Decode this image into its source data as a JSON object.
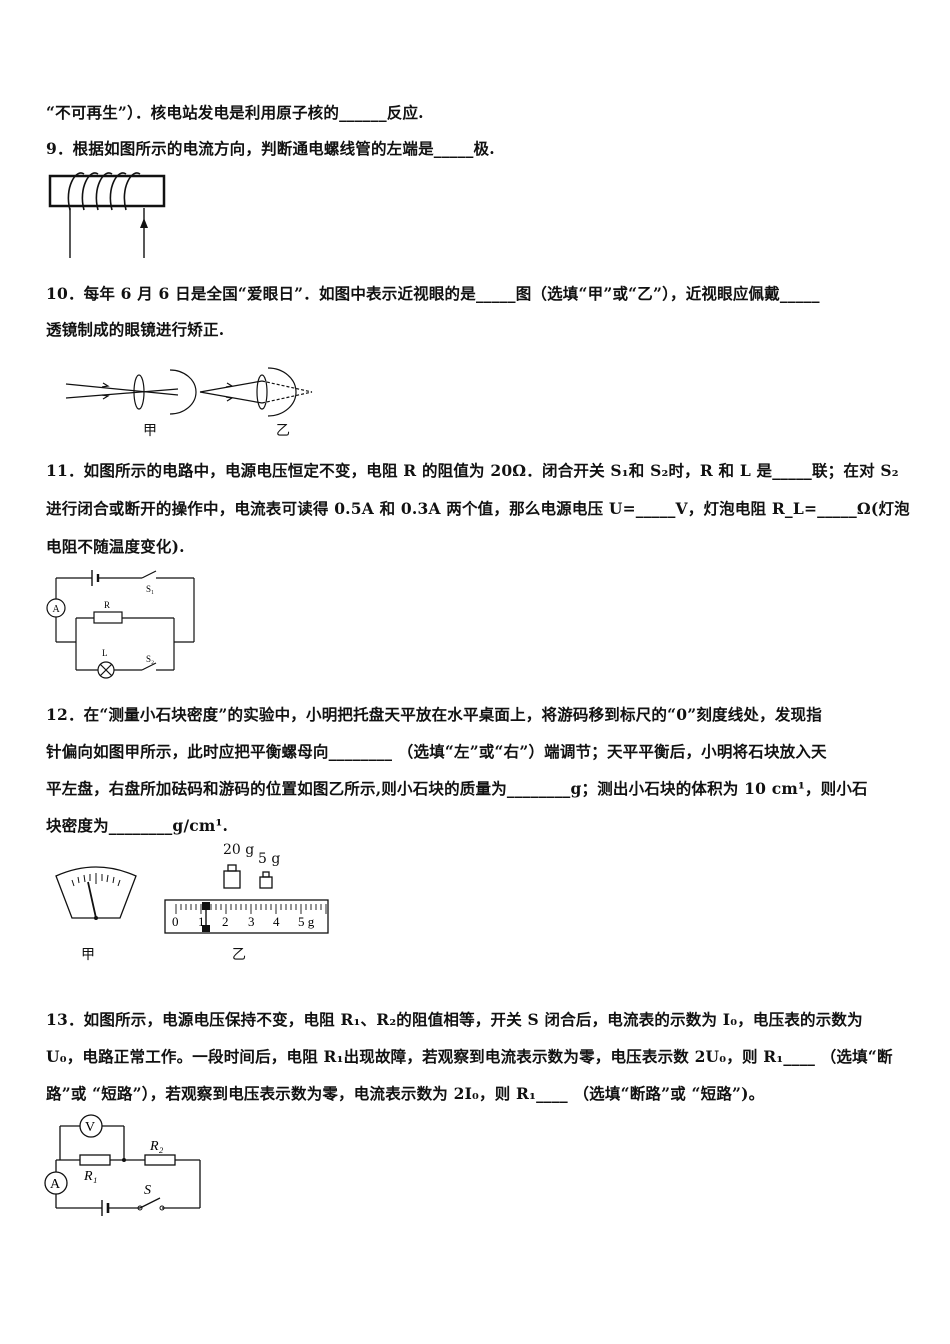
{
  "q8": {
    "line1": "“不可再生”）．核电站发电是利用原子核的______反应."
  },
  "q9": {
    "line1": "9．根据如图所示的电流方向，判断通电螺线管的左端是_____极."
  },
  "q10": {
    "line1": "10．每年 6 月 6 日是全国“爱眼日”．如图中表示近视眼的是_____图（选填“甲”或“乙”），近视眼应佩戴_____",
    "line2": "透镜制成的眼镜进行矫正.",
    "fig_labels": {
      "left": "甲",
      "right": "乙"
    }
  },
  "q11": {
    "line1": "11．如图所示的电路中，电源电压恒定不变，电阻 R 的阻值为 20Ω．闭合开关 S₁和 S₂时，R 和 L 是_____联；在对 S₂",
    "line2": "进行闭合或断开的操作中，电流表可读得 0.5A 和 0.3A 两个值，那么电源电压 U=_____V，灯泡电阻 R_L=_____Ω(灯泡",
    "line3": "电阻不随温度变化).",
    "fig_labels": {
      "ammeter": "A",
      "switch1": "S₁",
      "resistor": "R",
      "lamp": "L",
      "switch2": "S₂"
    }
  },
  "q12": {
    "line1": "12．在“测量小石块密度”的实验中，小明把托盘天平放在水平桌面上，将游码移到标尺的“0”刻度线处，发现指",
    "line2": "针偏向如图甲所示，此时应把平衡螺母向________ （选填“左”或“右”）端调节；天平平衡后，小明将石块放入天",
    "line3": "平左盘，右盘所加砝码和游码的位置如图乙所示,则小石块的质量为________g；测出小石块的体积为 10 cm¹，则小石",
    "line4": "块密度为________g/cm¹.",
    "fig_labels": {
      "weight1": "20 g",
      "weight2": "5 g",
      "scale_ticks": [
        "0",
        "1",
        "2",
        "3",
        "4",
        "5 g"
      ],
      "left": "甲",
      "right": "乙"
    }
  },
  "q13": {
    "line1": "13．如图所示，电源电压保持不变，电阻 R₁、R₂的阻值相等，开关 S 闭合后，电流表的示数为 I₀，电压表的示数为",
    "line2": "U₀，电路正常工作。一段时间后，电阻 R₁出现故障，若观察到电流表示数为零，电压表示数 2U₀，则 R₁____ （选填“断",
    "line3": "路”或 “短路”），若观察到电压表示数为零，电流表示数为 2I₀，则 R₁____ （选填“断路”或 “短路”)。",
    "fig_labels": {
      "voltmeter": "V",
      "ammeter": "A",
      "r1": "R₁",
      "r2": "R₂",
      "switch": "S"
    }
  }
}
